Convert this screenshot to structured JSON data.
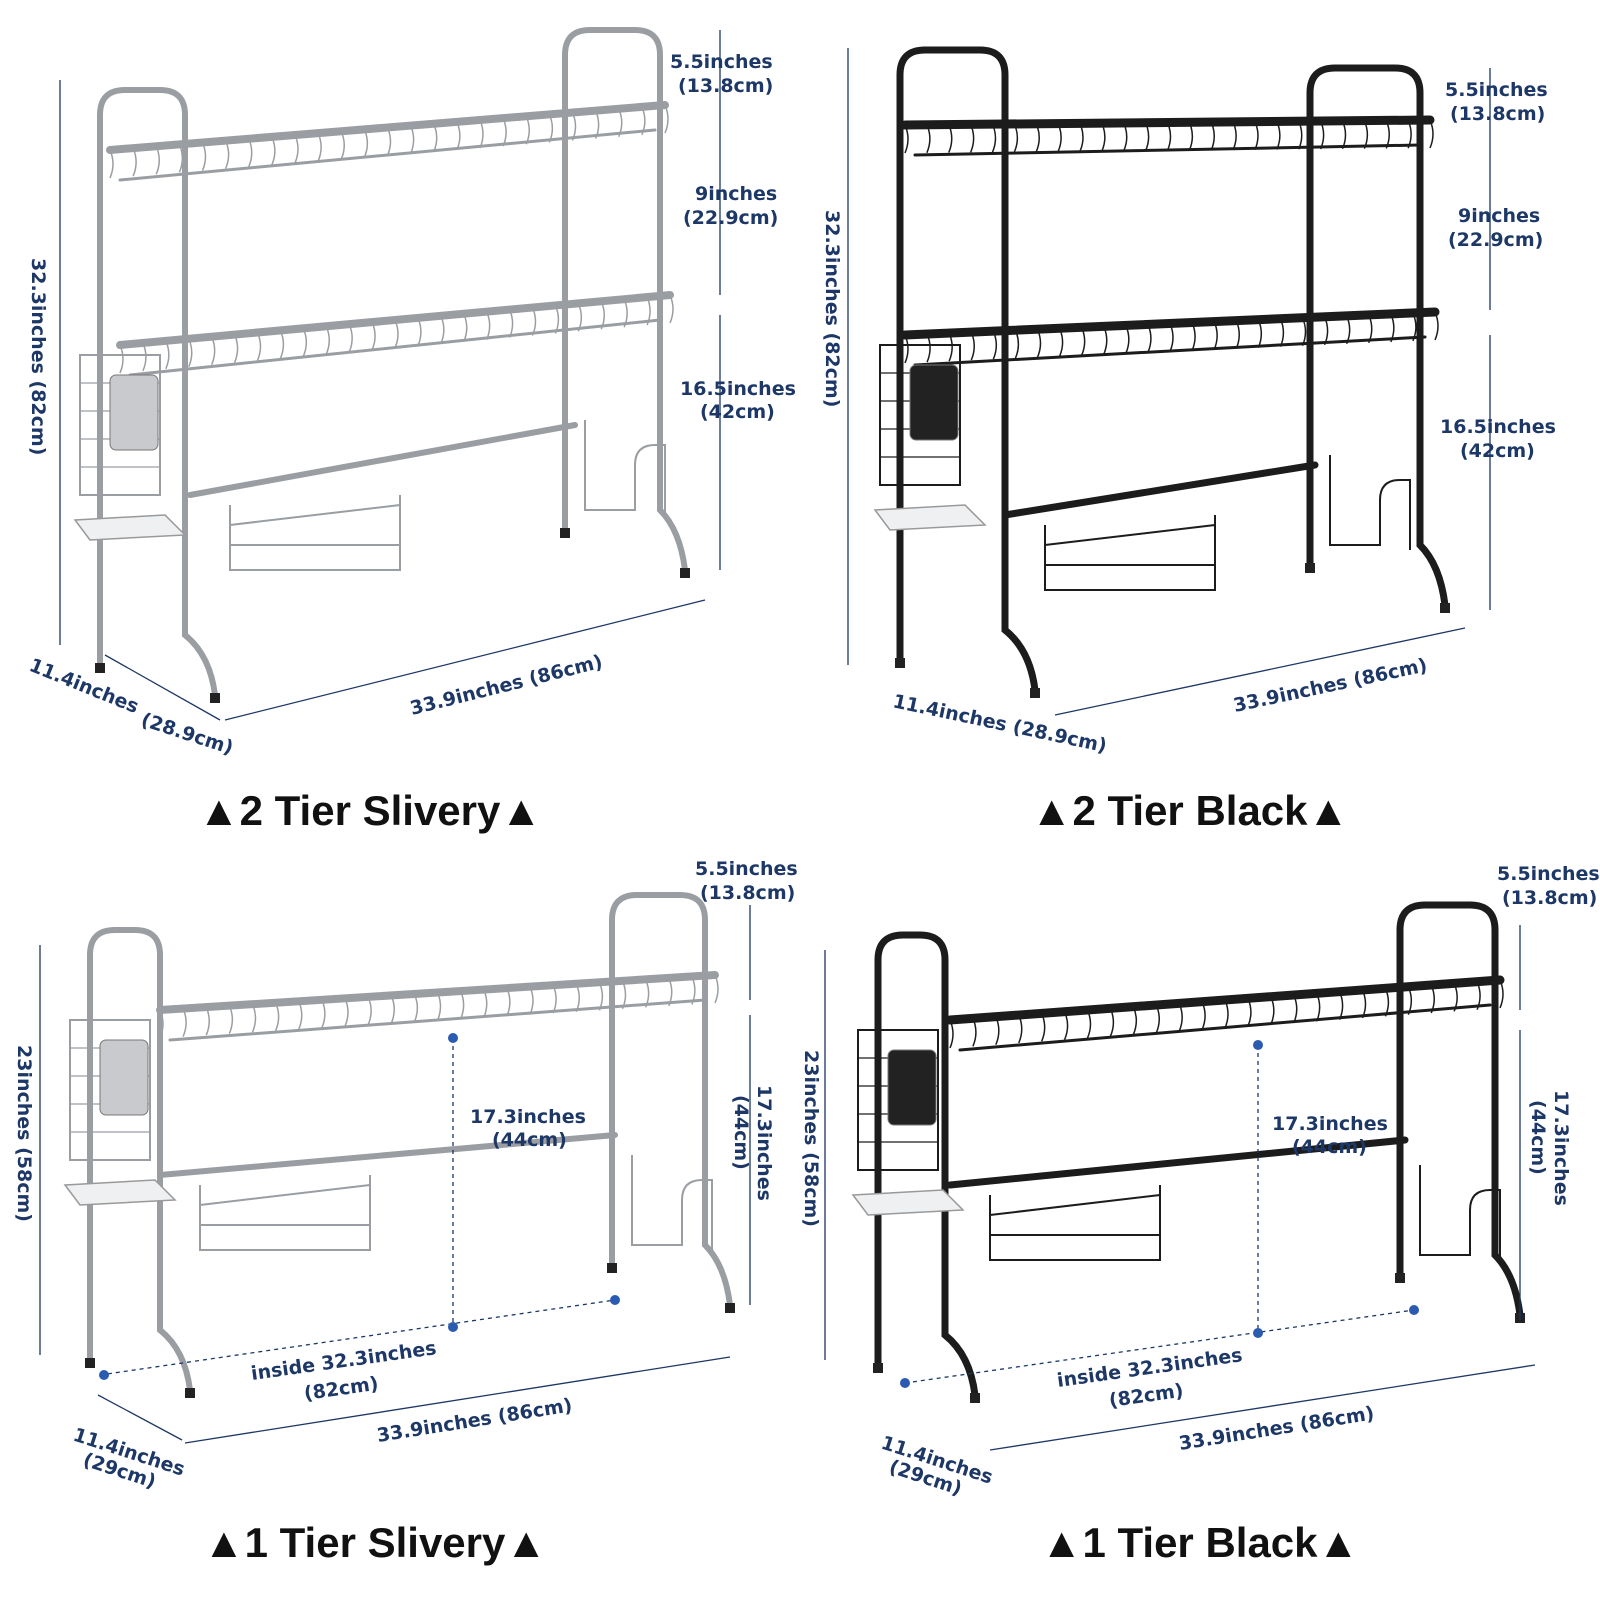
{
  "panels": [
    {
      "caption": "▲2 Tier Slivery▲",
      "finish": "silver",
      "tiers": 2,
      "labels": {
        "top_gap": [
          "5.5inches",
          "(13.8cm)"
        ],
        "shelf_gap": [
          "9inches",
          "(22.9cm)"
        ],
        "lower_gap": [
          "16.5inches",
          "(42cm)"
        ],
        "height": "32.3inches (82cm)",
        "depth": [
          "11.4inches",
          "(28.9cm)"
        ],
        "width": "33.9inches (86cm)"
      }
    },
    {
      "caption": "▲2 Tier Black▲",
      "finish": "black",
      "tiers": 2,
      "labels": {
        "top_gap": [
          "5.5inches",
          "(13.8cm)"
        ],
        "shelf_gap": [
          "9inches",
          "(22.9cm)"
        ],
        "lower_gap": [
          "16.5inches",
          "(42cm)"
        ],
        "height": "32.3inches (82cm)",
        "depth": "11.4inches (28.9cm)",
        "width": "33.9inches (86cm)"
      }
    },
    {
      "caption": "▲1 Tier Slivery▲",
      "finish": "silver",
      "tiers": 1,
      "labels": {
        "top_gap": [
          "5.5inches",
          "(13.8cm)"
        ],
        "inner_height": [
          "17.3inches",
          "(44cm)"
        ],
        "side_height": [
          "17.3inches",
          "(44cm)"
        ],
        "height": "23inches (58cm)",
        "inside_width": [
          "inside 32.3inches",
          "(82cm)"
        ],
        "depth": [
          "11.4inches",
          "(29cm)"
        ],
        "width": "33.9inches (86cm)"
      }
    },
    {
      "caption": "▲1 Tier Black▲",
      "finish": "black",
      "tiers": 1,
      "labels": {
        "top_gap": [
          "5.5inches",
          "(13.8cm)"
        ],
        "inner_height": [
          "17.3inches",
          "(44cm)"
        ],
        "side_height": [
          "17.3inches",
          "(44cm)"
        ],
        "height": "23inches (58cm)",
        "inside_width": [
          "inside 32.3inches",
          "(82cm)"
        ],
        "depth": [
          "11.4inches",
          "(29cm)"
        ],
        "width": "33.9inches (86cm)"
      }
    }
  ],
  "colors": {
    "dimension_text": "#1d3766",
    "silver": "#9a9ea3",
    "black": "#1c1c1c"
  }
}
